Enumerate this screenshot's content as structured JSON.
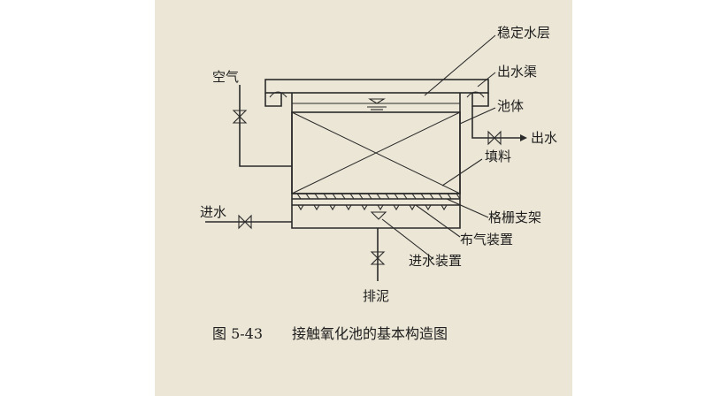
{
  "labels": {
    "stable_water_layer": "稳定水层",
    "outlet_channel": "出水渠",
    "tank_body": "池体",
    "outlet_water": "出水",
    "media": "填料",
    "air": "空气",
    "inlet_water": "进水",
    "grid_support": "格栅支架",
    "aeration_device": "布气装置",
    "inlet_device": "进水装置",
    "sludge_discharge": "排泥"
  },
  "caption": {
    "figure_number": "图 5-43",
    "title": "接触氧化池的基本构造图"
  },
  "colors": {
    "paper": "#ece6d6",
    "ink": "#2a2a2a"
  }
}
